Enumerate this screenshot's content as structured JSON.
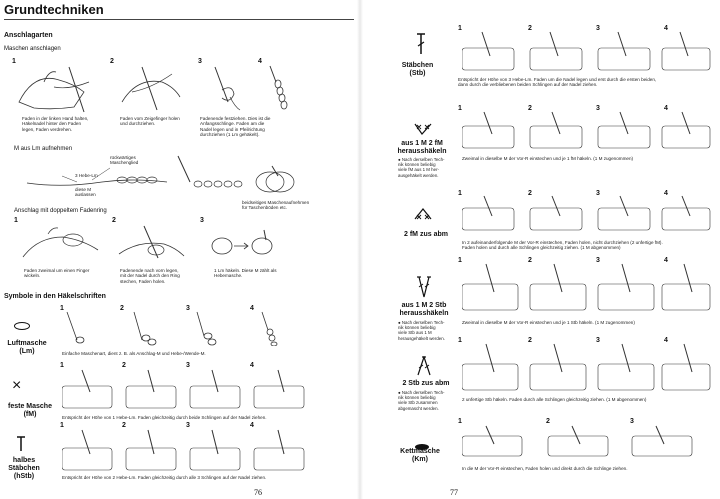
{
  "left": {
    "title": "Grundtechniken",
    "section_anschlag": "Anschlagarten",
    "sub_maschen": "Maschen anschlagen",
    "steps_a": [
      "1",
      "2",
      "3",
      "4"
    ],
    "cap_a1": [
      "Faden in der linken Hand halten,",
      "Häkelnadel hinter den Faden",
      "legen, Faden verdrehen."
    ],
    "cap_a2": [
      "Faden vom Zeigefinger holen",
      "und durchziehen."
    ],
    "cap_a3": [
      "Fadenende festziehen. Dies ist die",
      "Anfangsschlinge. Faden am die",
      "Nadel legen und in Pfeilrichtung",
      "durchziehen (1 Lm gehäkelt)."
    ],
    "sub_lm": "M aus Lm aufnehmen",
    "lm_labels": [
      "rückwärtiges",
      "Maschenglied",
      "3 Hebe-Lm",
      "diese M",
      "auslassen"
    ],
    "cap_lm_right": [
      "beidseitiges Maschenaufnehmen",
      "für Taschenböden etc."
    ],
    "sub_ring": "Anschlag mit doppeltem Fadenring",
    "steps_b": [
      "1",
      "2",
      "3"
    ],
    "cap_b1": [
      "Faden zweimal um einen Finger",
      "wickeln."
    ],
    "cap_b2": [
      "Fadenende nach vorn legen,",
      "mit der Nadel durch den Ring",
      "stechen, Faden holen."
    ],
    "cap_b3": [
      "1 Lm häkeln. Diese M zählt als",
      "Hebemasche."
    ],
    "section_symbole": "Symbole in den Häkelschriften",
    "sym_lm": [
      "Luftmasche",
      "(Lm)"
    ],
    "cap_lm": "Einfache Maschenart, dient z. B. als Anschlag-M und Hebe-/Wende-M.",
    "sym_fm": [
      "feste Masche",
      "(fM)"
    ],
    "cap_fm": "Entspricht der Höhe von 1 Hebe-Lm. Faden gleichzeitig durch beide Schlingen auf der Nadel ziehen.",
    "sym_hstb": [
      "halbes",
      "Stäbchen",
      "(hStb)"
    ],
    "cap_hstb": "Entspricht der Höhe von 2 Hebe-Lm. Faden gleichzeitig durch alle 3 Schlingen auf der Nadel ziehen.",
    "page_number": "76"
  },
  "right": {
    "sym_stb": [
      "Stäbchen",
      "(Stb)"
    ],
    "cap_stb": [
      "Entspricht der Höhe von 3 Hebe-Lm. Faden um die Nadel legen und erst durch die ersten beiden,",
      "dann durch die verbliebenen beiden Schlingen auf der Nadel ziehen."
    ],
    "sym_1m2fm": [
      "aus 1 M 2 fM",
      "herausshäkeln"
    ],
    "note_1m2fm": [
      "● Nach derselben Tech-",
      "nik können beliebig",
      "viele fM aus 1 M her-",
      "ausgehäkelt werden."
    ],
    "cap_1m2fm": "Zweimal in dieselbe M der Vor-R einstechen und je 1 fM häkeln. (1 M zugenommen)",
    "sym_2fmzusabm": "2 fM zus abm",
    "cap_2fmzusabm": [
      "In 2 aufeinanderfolgende M der Vor-R einstechen, Faden holen, nicht durchziehen (2 unfertige fM).",
      "Faden holen und durch alle Schlingen gleichzeitig ziehen. (1 M abgenommen)"
    ],
    "sym_1m2stb": [
      "aus 1 M 2 Stb",
      "herausshäkeln"
    ],
    "note_1m2stb": [
      "● Nach derselben Tech-",
      "nik können beliebig",
      "viele Stb aus 1 M",
      "herausgehäkelt werden."
    ],
    "cap_1m2stb": "Zweimal in dieselbe M der Vor-R einstechen und je 1 Stb häkeln. (1 M zugenommen)",
    "sym_2stbzusabm": "2 Stb zus abm",
    "note_2stbzusabm": [
      "● Nach derselben Tech-",
      "nik können beliebig",
      "viele Stb zusammen",
      "abgemascht werden."
    ],
    "cap_2stbzusabm": "2 unfertige Stb häkeln. Faden durch alle Schlingen gleichzeitig ziehen. (1 M abgenommen)",
    "sym_km": [
      "Kettmasche",
      "(Km)"
    ],
    "cap_km": "In die M der Vor-R einstechen, Faden holen und direkt durch die Schlinge ziehen.",
    "steps4": [
      "1",
      "2",
      "3",
      "4"
    ],
    "steps3": [
      "1",
      "2",
      "3"
    ],
    "page_number": "77"
  }
}
